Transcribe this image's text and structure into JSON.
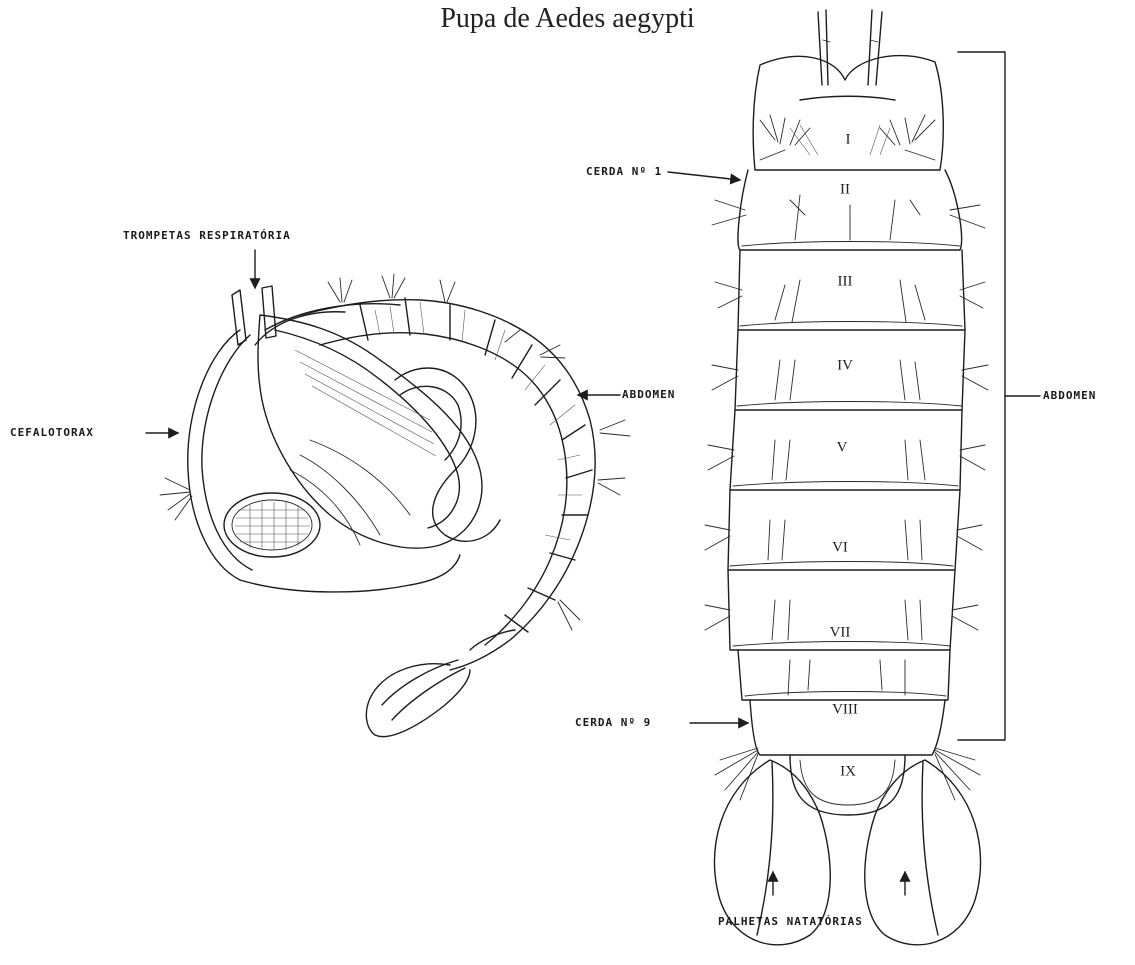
{
  "title": "Pupa de Aedes aegypti",
  "lateral_view": {
    "labels": {
      "trumpets": "TROMPETAS RESPIRATÓRIA",
      "cephalothorax": "CEFALOTORAX",
      "abdomen": "ABDOMEN"
    }
  },
  "dorsal_view": {
    "labels": {
      "seta_1": "CERDA Nº 1",
      "seta_9": "CERDA Nº 9",
      "abdomen": "ABDOMEN",
      "paddles": "PALHETAS NATATÓRIAS"
    },
    "segments": [
      "I",
      "II",
      "III",
      "IV",
      "V",
      "VI",
      "VII",
      "VIII",
      "IX"
    ]
  },
  "colors": {
    "ink": "#1d1d1d",
    "paper": "#ffffff"
  }
}
